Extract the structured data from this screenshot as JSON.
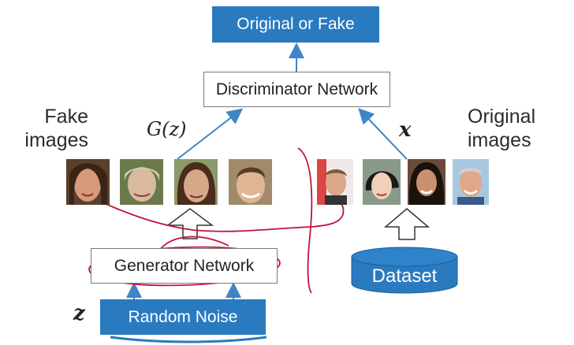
{
  "boxes": {
    "output": "Original or Fake",
    "discriminator": "Discriminator Network",
    "generator": "Generator Network",
    "noise": "Random Noise",
    "dataset": "Dataset"
  },
  "labels": {
    "fake_line1": "Fake",
    "fake_line2": "images",
    "original_line1": "Original",
    "original_line2": "images",
    "gz": "G(z)",
    "x": "x",
    "z": "z"
  },
  "colors": {
    "box_blue": "#2a7ac0",
    "arrow_blue": "#3d85c6",
    "annotation_red": "#c0143c"
  }
}
